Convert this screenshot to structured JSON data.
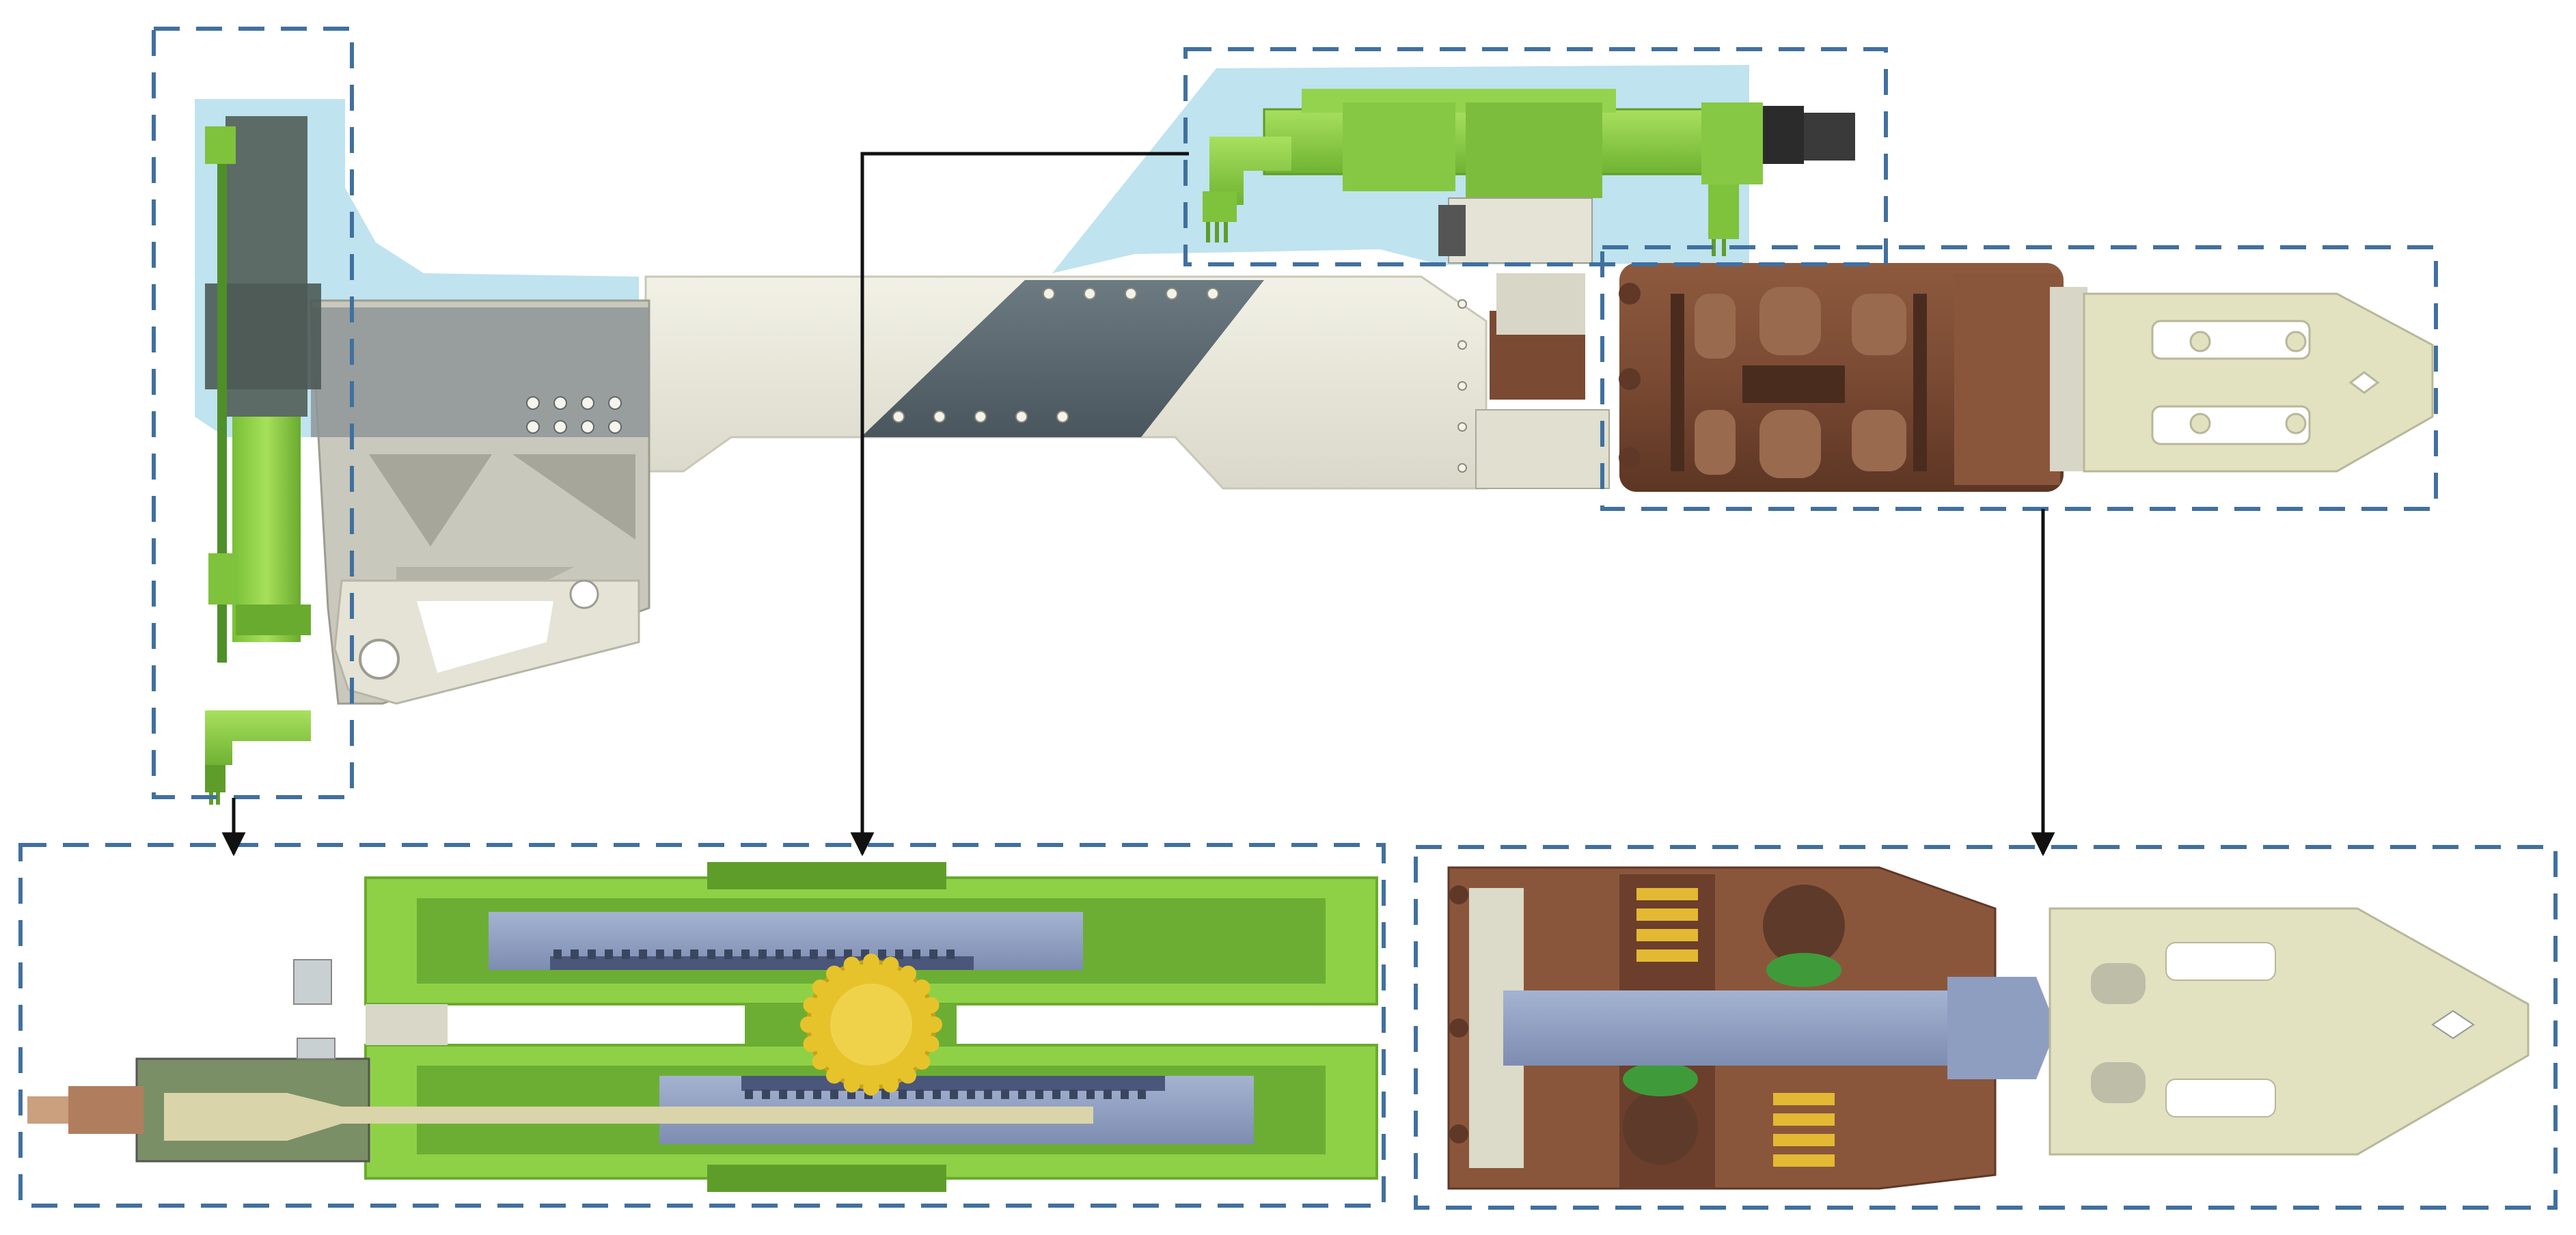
{
  "figure": {
    "background": "#ffffff",
    "frame_color": "#41709f",
    "arrow_color": "#111111",
    "colors": {
      "pneumatic_green": "#8ed146",
      "green_dark": "#5f9d2a",
      "housing_blue": "#a9d9ea",
      "arm_cream": "#e7e6d8",
      "arm_dark": "#56646c",
      "bronze": "#7a4a33",
      "gripper_cream": "#e2e1c0",
      "rack_blue": "#8e9ec0",
      "gear_yellow": "#e6c32b",
      "spring_yellow": "#e3b934"
    }
  },
  "regions": [
    {
      "id": "left-actuator-frame"
    },
    {
      "id": "top-rotary-actuator-frame"
    },
    {
      "id": "gripper-frame"
    },
    {
      "id": "section-linear-actuator"
    },
    {
      "id": "section-gripper"
    }
  ]
}
